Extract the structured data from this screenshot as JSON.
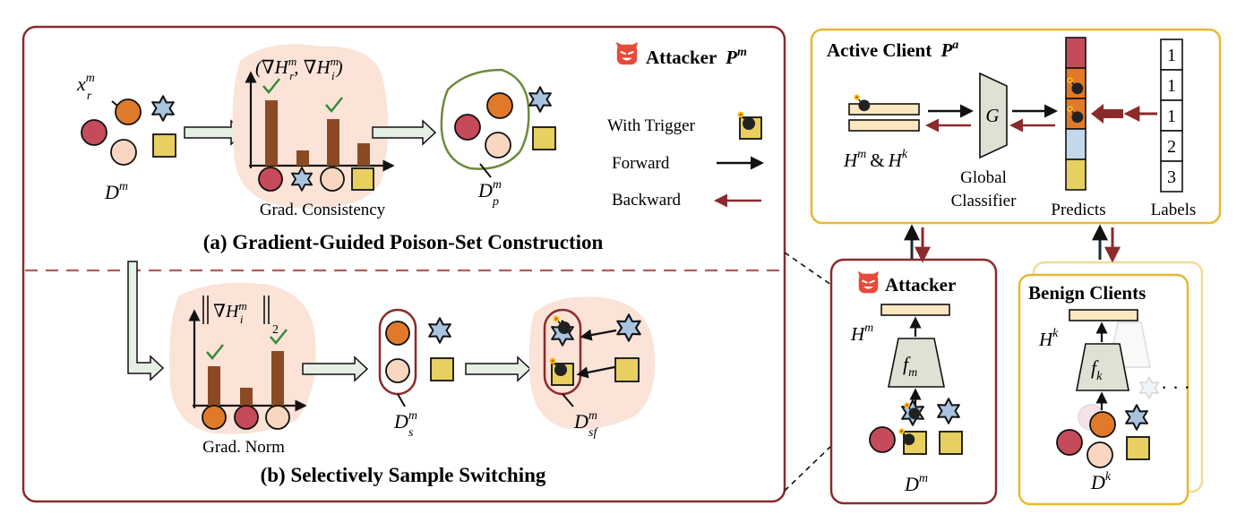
{
  "left_panel": {
    "attacker_title": "Attacker",
    "attacker_sym": "P",
    "attacker_sup": "m",
    "section_a_title": "(a) Gradient-Guided Poison-Set Construction",
    "section_b_title": "(b) Selectively Sample Switching",
    "x_label_main": "x",
    "x_label_sub": "r",
    "x_label_sup": "m",
    "d_m_main": "D",
    "d_m_sup": "m",
    "grad_formula": "(∇H",
    "grad_formula_sub1": "r",
    "grad_formula_sup1": "m",
    "grad_formula_mid": ", ∇H",
    "grad_formula_sub2": "i",
    "grad_formula_sup2": "m",
    "grad_formula_end": ")",
    "grad_consistency": "Grad. Consistency",
    "dp_main": "D",
    "dp_sub": "p",
    "dp_sup": "m",
    "norm_formula_main": "∇H",
    "norm_formula_sub": "i",
    "norm_formula_sup": "m",
    "norm_formula_idx": "2",
    "grad_norm": "Grad. Norm",
    "ds_main": "D",
    "ds_sub": "s",
    "ds_sup": "m",
    "dsf_main": "D",
    "dsf_sub": "sf",
    "dsf_sup": "m"
  },
  "legend": {
    "trigger": "With Trigger",
    "forward": "Forward",
    "backward": "Backward"
  },
  "active_client": {
    "title": "Active Client",
    "sym": "P",
    "sup": "a",
    "g_label": "G",
    "h_label_a": "H",
    "h_label_a_sup": "m",
    "h_label_amp": "&",
    "h_label_b": "H",
    "h_label_b_sup": "k",
    "global_line1": "Global",
    "global_line2": "Classifier",
    "predicts": "Predicts",
    "labels_title": "Labels",
    "label_values": [
      "1",
      "1",
      "1",
      "2",
      "3"
    ]
  },
  "attacker_box": {
    "title": "Attacker",
    "h_main": "H",
    "h_sup": "m",
    "f_main": "f",
    "f_sub": "m",
    "d_main": "D",
    "d_sup": "m"
  },
  "benign_box": {
    "title": "Benign Clients",
    "h_main": "H",
    "h_sup": "k",
    "f_main": "f",
    "f_sub": "k",
    "d_main": "D",
    "d_sup": "k",
    "ellipsis": "· · ·"
  },
  "colors": {
    "dark_red": "#8b2a2a",
    "gold": "#e8b830",
    "orange": "#e07a2a",
    "crimson": "#c54a5a",
    "peach": "#f9d6bf",
    "yellow": "#e8d060",
    "star": "#a8c4e0",
    "blob": "#fbe3d8",
    "bar": "#8b4a24",
    "cream": "#fbe7c0",
    "box_green": "#dde2d4"
  }
}
